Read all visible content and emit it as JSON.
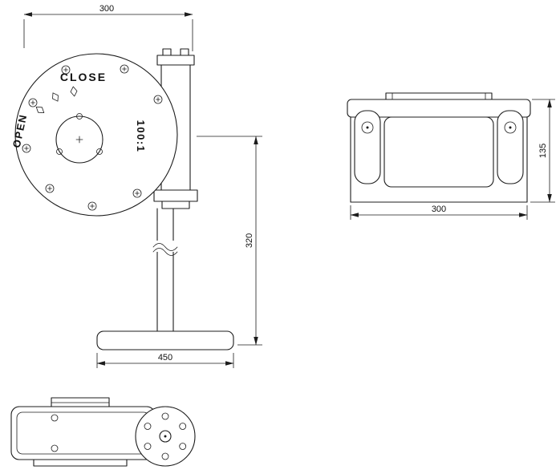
{
  "front_view": {
    "close_label": "CLOSE",
    "open_label": "OPEN",
    "gear_ratio": "100:1",
    "dim_top_width": "300",
    "dim_right_height": "320",
    "dim_base_width": "450"
  },
  "side_view": {
    "dim_bottom_width": "300",
    "dim_right_height": "135"
  },
  "colors": {
    "line": "#1c1c1c",
    "background": "#ffffff"
  }
}
